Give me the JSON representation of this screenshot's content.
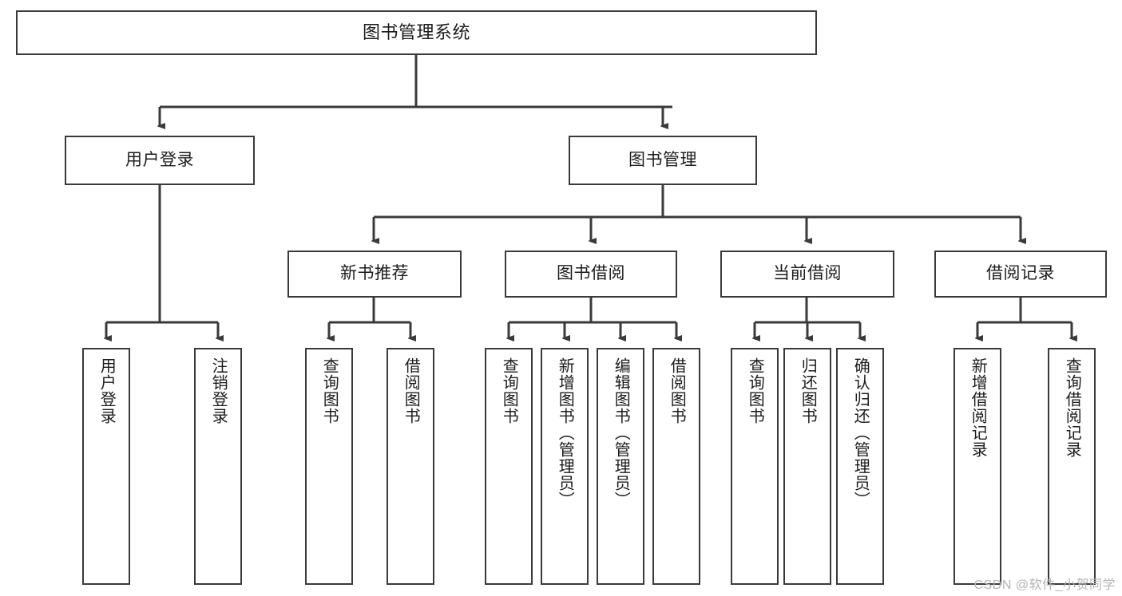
{
  "diagram": {
    "title": "图书管理系统",
    "type": "tree-hierarchy-diagram",
    "colors": {
      "box_border": "#3a3a3a",
      "box_fill": "#ffffff",
      "edge": "#3a3a3a",
      "text": "#1c1c1c",
      "watermark": "#b4b4b4"
    },
    "nodes": {
      "root": {
        "label": "图书管理系统",
        "level": 1
      },
      "level2": [
        {
          "id": "user-login",
          "label": "用户登录"
        },
        {
          "id": "book-management",
          "label": "图书管理"
        }
      ],
      "level3": [
        {
          "id": "new-book-recommend",
          "label": "新书推荐"
        },
        {
          "id": "book-borrow",
          "label": "图书借阅"
        },
        {
          "id": "current-borrow",
          "label": "当前借阅"
        },
        {
          "id": "borrow-record",
          "label": "借阅记录"
        }
      ],
      "leaves": {
        "user-login": [
          {
            "id": "leaf-user-login",
            "label": "用户登录"
          },
          {
            "id": "leaf-logout-login",
            "label": "注销登录"
          }
        ],
        "new-book-recommend": [
          {
            "id": "leaf-query-book-1",
            "label": "查询图书"
          },
          {
            "id": "leaf-borrow-book-1",
            "label": "借阅图书"
          }
        ],
        "book-borrow": [
          {
            "id": "leaf-query-book-2",
            "label": "查询图书"
          },
          {
            "id": "leaf-add-book",
            "label": "新增图书（管理员）"
          },
          {
            "id": "leaf-edit-book",
            "label": "编辑图书（管理员）"
          },
          {
            "id": "leaf-borrow-book-2",
            "label": "借阅图书"
          }
        ],
        "current-borrow": [
          {
            "id": "leaf-query-book-3",
            "label": "查询图书"
          },
          {
            "id": "leaf-return-book",
            "label": "归还图书"
          },
          {
            "id": "leaf-confirm-return",
            "label": "确认归还（管理员）"
          }
        ],
        "borrow-record": [
          {
            "id": "leaf-add-record",
            "label": "新增借阅记录"
          },
          {
            "id": "leaf-query-record",
            "label": "查询借阅记录"
          }
        ]
      }
    },
    "watermark": "CSDN @软件_小贺同学"
  }
}
